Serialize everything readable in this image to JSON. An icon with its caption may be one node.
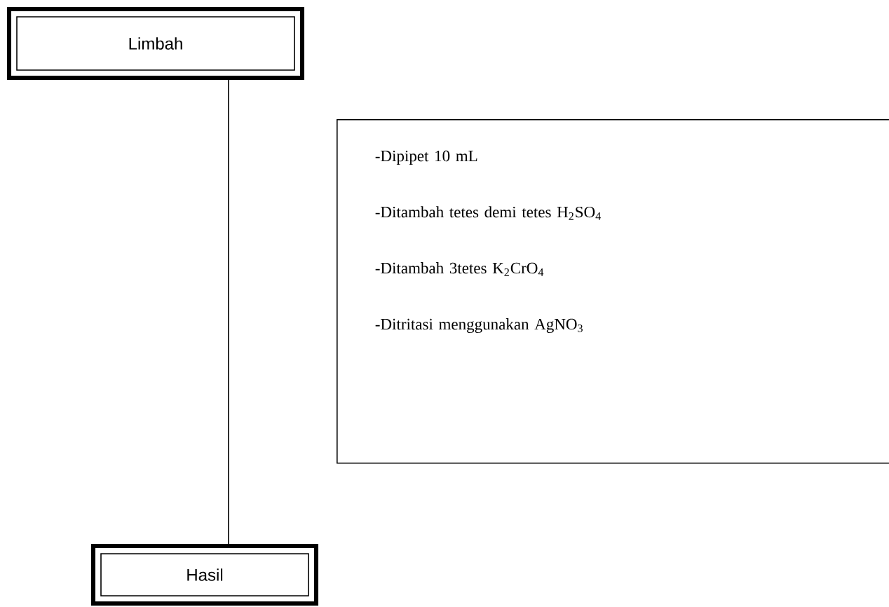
{
  "diagram": {
    "nodes": [
      {
        "text": [
          "Limbah"
        ]
      },
      {
        "text": [
          "-Dipipet 10 mL",
          "-Ditambah tetes demi tetes H$_{2}$SO$_{4}$",
          "-Ditambah 3tetes K$_{2}$CrO$_{4}$",
          "-Ditritasi menggunakan AgNO$_{3}$"
        ]
      },
      {
        "text": [
          "Hasil"
        ]
      }
    ],
    "edges": [
      {
        "from": 0,
        "to": 2,
        "arrow": "none"
      }
    ]
  }
}
